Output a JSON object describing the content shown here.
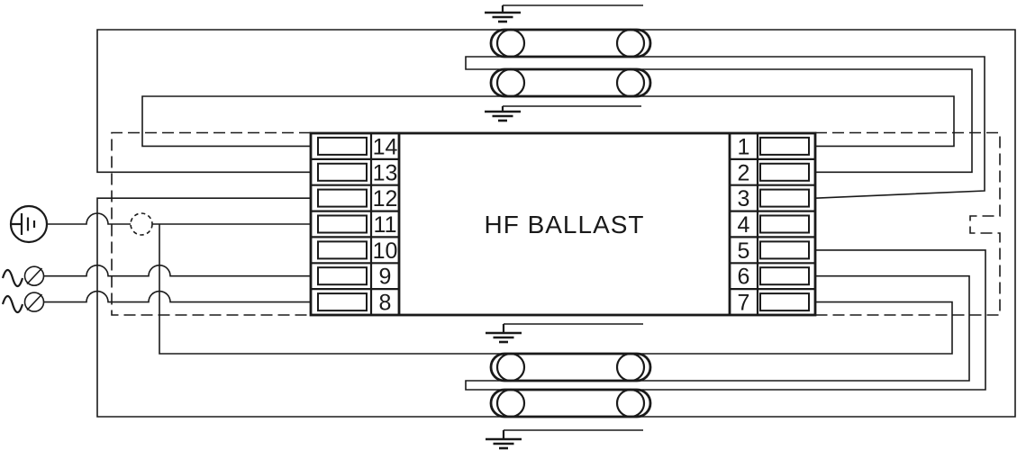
{
  "diagram": {
    "device_label": "HF BALLAST",
    "ballast": {
      "left_terminals": [
        "14",
        "13",
        "12",
        "11",
        "10",
        "9",
        "8"
      ],
      "right_terminals": [
        "1",
        "2",
        "3",
        "4",
        "5",
        "6",
        "7"
      ]
    },
    "mains_input": {
      "ac_symbol": "~",
      "earth_icon": "protective-earth-in-circle",
      "line_terminal_icon": "crossed-circle",
      "line_count": 2,
      "optional_node_icon": "dashed-circle"
    },
    "lamps": {
      "count": 4,
      "style": "fluorescent-tube-with-cathode-circles"
    },
    "grounds": {
      "count": 4,
      "icon": "earth-ground"
    },
    "enclosure": {
      "style": "dashed-outline-with-right-notch"
    },
    "colors": {
      "line": "#1a1a1a",
      "background": "#ffffff"
    }
  }
}
